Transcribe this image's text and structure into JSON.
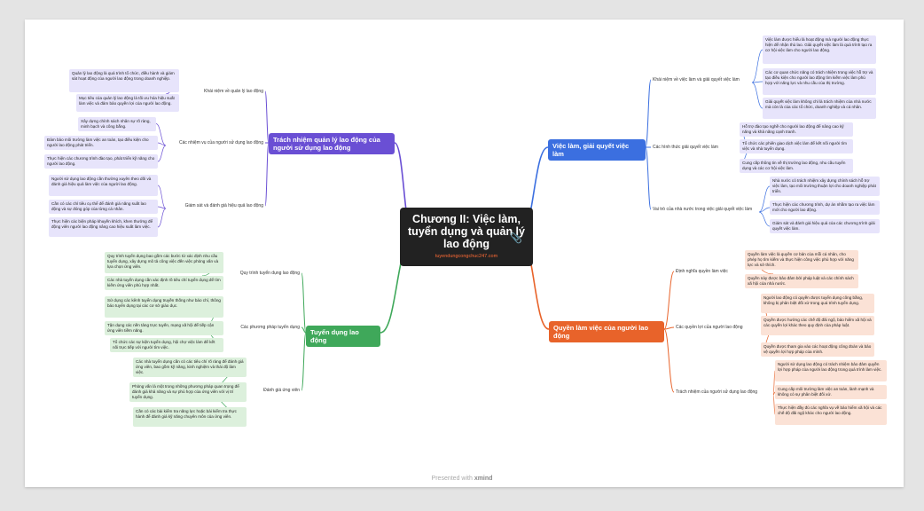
{
  "central": {
    "title": "Chương II: Việc làm, tuyển dụng và quản lý lao động",
    "link": "tuyendungcongchuc247.com",
    "clip_icon": "paperclip-icon"
  },
  "colors": {
    "purple": "#6a4fd4",
    "orange": "#e8632a",
    "green": "#3fa85a",
    "blue": "#3b6fe0"
  },
  "branches": {
    "top_left": {
      "label": "Trách nhiệm quản lý lao động của người sử dụng lao động",
      "subs": [
        {
          "label": "Khái niệm về quản lý lao động",
          "leaves": [
            "Quản lý lao động là quá trình tổ chức, điều hành và giám sát hoạt động của người lao động trong doanh nghiệp.",
            "Mục tiêu của quản lý lao động là tối ưu hóa hiệu suất làm việc và đảm bảo quyền lợi của người lao động."
          ]
        },
        {
          "label": "Các nhiệm vụ của người sử dụng lao động",
          "leaves": [
            "Xây dựng chính sách nhân sự rõ ràng, minh bạch và công bằng.",
            "Đảm bảo môi trường làm việc an toàn, tạo điều kiện cho người lao động phát triển.",
            "Thực hiện các chương trình đào tạo, phát triển kỹ năng cho người lao động."
          ]
        },
        {
          "label": "Giám sát và đánh giá hiệu quả lao động",
          "leaves": [
            "Người sử dụng lao động cần thường xuyên theo dõi và đánh giá hiệu quả làm việc của người lao động.",
            "Cần có các chỉ tiêu cụ thể để đánh giá năng suất lao động và sự đóng góp của từng cá nhân.",
            "Thực hiện các biện pháp khuyến khích, khen thưởng để động viên người lao động nâng cao hiệu suất làm việc."
          ]
        }
      ]
    },
    "top_right": {
      "label": "Việc làm, giải quyết việc làm",
      "subs": [
        {
          "label": "Khái niệm về việc làm và giải quyết việc làm",
          "leaves": [
            "Việc làm được hiểu là hoạt động mà người lao động thực hiện để nhận thù lao. Giải quyết việc làm là quá trình tạo ra cơ hội việc làm cho người lao động.",
            "Các cơ quan chức năng có trách nhiệm trong việc hỗ trợ và tạo điều kiện cho người lao động tìm kiếm việc làm phù hợp với năng lực và nhu cầu của thị trường.",
            "Giải quyết việc làm không chỉ là trách nhiệm của nhà nước mà còn là của các tổ chức, doanh nghiệp và cá nhân."
          ]
        },
        {
          "label": "Các hình thức giải quyết việc làm",
          "leaves": [
            "Hỗ trợ đào tạo nghề cho người lao động để nâng cao kỹ năng và khả năng cạnh tranh.",
            "Tổ chức các phiên giao dịch việc làm để kết nối người tìm việc và nhà tuyển dụng.",
            "Cung cấp thông tin về thị trường lao động, nhu cầu tuyển dụng và các cơ hội việc làm."
          ]
        },
        {
          "label": "Vai trò của nhà nước trong việc giải quyết việc làm",
          "leaves": [
            "Nhà nước có trách nhiệm xây dựng chính sách hỗ trợ việc làm, tạo môi trường thuận lợi cho doanh nghiệp phát triển.",
            "Thực hiện các chương trình, dự án nhằm tạo ra việc làm mới cho người lao động.",
            "Giám sát và đánh giá hiệu quả của các chương trình giải quyết việc làm."
          ]
        }
      ]
    },
    "bottom_left": {
      "label": "Tuyển dụng lao động",
      "subs": [
        {
          "label": "Quy trình tuyển dụng lao động",
          "leaves": [
            "Quy trình tuyển dụng bao gồm các bước từ xác định nhu cầu tuyển dụng, xây dựng mô tả công việc đến việc phỏng vấn và lựa chọn ứng viên.",
            "Các nhà tuyển dụng cần xác định rõ tiêu chí tuyển dụng để tìm kiếm ứng viên phù hợp nhất."
          ]
        },
        {
          "label": "Các phương pháp tuyển dụng",
          "leaves": [
            "Sử dụng các kênh tuyển dụng truyền thống như báo chí, thông báo tuyển dụng tại các cơ sở giáo dục.",
            "Tận dụng các nền tảng trực tuyến, mạng xã hội để tiếp cận ứng viên tiềm năng.",
            "Tổ chức các sự kiện tuyển dụng, hội chợ việc làm để kết nối trực tiếp với người tìm việc."
          ]
        },
        {
          "label": "Đánh giá ứng viên",
          "leaves": [
            "Các nhà tuyển dụng cần có các tiêu chí rõ ràng để đánh giá ứng viên, bao gồm kỹ năng, kinh nghiệm và thái độ làm việc.",
            "Phỏng vấn là một trong những phương pháp quan trọng để đánh giá khả năng và sự phù hợp của ứng viên với vị trí tuyển dụng.",
            "Cần có các bài kiểm tra năng lực hoặc bài kiểm tra thực hành để đánh giá kỹ năng chuyên môn của ứng viên."
          ]
        }
      ]
    },
    "bottom_right": {
      "label": "Quyền làm việc của người lao động",
      "subs": [
        {
          "label": "Định nghĩa quyền làm việc",
          "leaves": [
            "Quyền làm việc là quyền cơ bản của mỗi cá nhân, cho phép họ tìm kiếm và thực hiện công việc phù hợp với năng lực và sở thích.",
            "Quyền này được bảo đảm bởi pháp luật và các chính sách xã hội của nhà nước."
          ]
        },
        {
          "label": "Các quyền lợi của người lao động",
          "leaves": [
            "Người lao động có quyền được tuyển dụng công bằng, không bị phân biệt đối xử trong quá trình tuyển dụng.",
            "Quyền được hưởng các chế độ đãi ngộ, bảo hiểm xã hội và các quyền lợi khác theo quy định của pháp luật.",
            "Quyền được tham gia vào các hoạt động công đoàn và bảo vệ quyền lợi hợp pháp của mình."
          ]
        },
        {
          "label": "Trách nhiệm của người sử dụng lao động",
          "leaves": [
            "Người sử dụng lao động có trách nhiệm bảo đảm quyền lợi hợp pháp của người lao động trong quá trình làm việc.",
            "Cung cấp môi trường làm việc an toàn, lành mạnh và không có sự phân biệt đối xử.",
            "Thực hiện đầy đủ các nghĩa vụ về bảo hiểm xã hội và các chế độ đãi ngộ khác cho người lao động."
          ]
        }
      ]
    }
  },
  "footer": {
    "prefix": "Presented with",
    "brand": "xmind"
  }
}
